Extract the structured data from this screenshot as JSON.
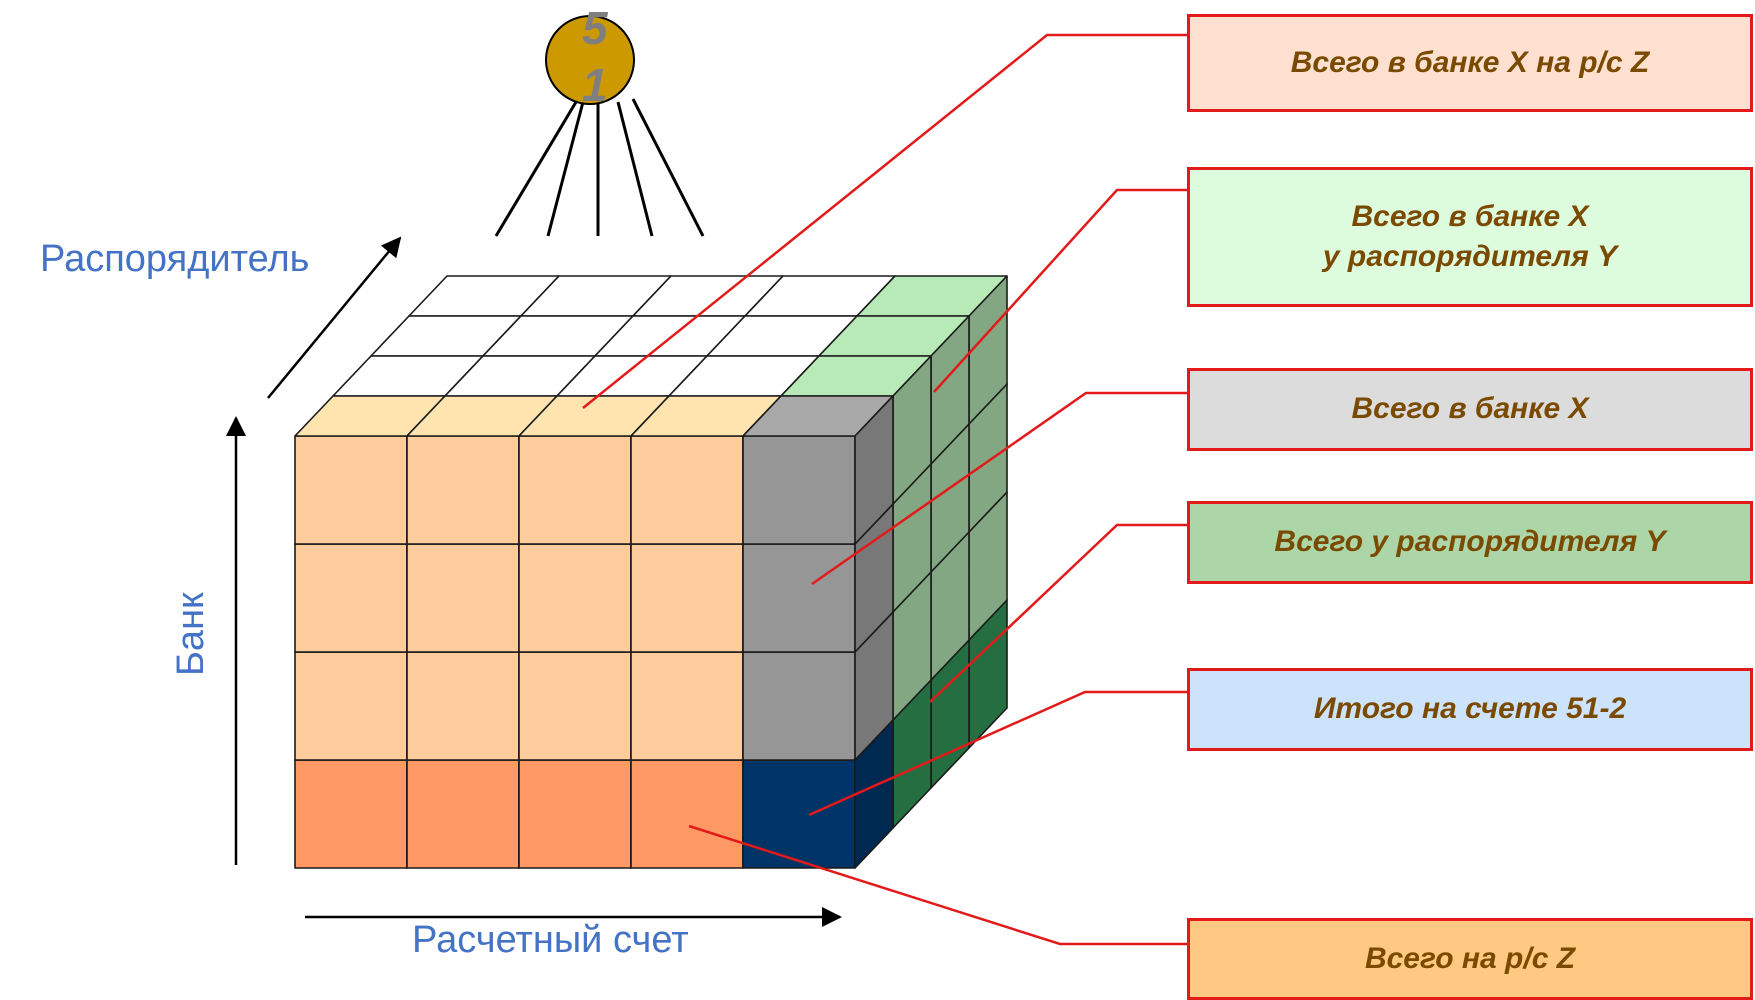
{
  "coin": {
    "digit_top": "5",
    "digit_bottom": "1"
  },
  "axes": {
    "distributor": "Распорядитель",
    "bank": "Банк",
    "account": "Расчетный счет"
  },
  "callouts": [
    {
      "lines": [
        "Всего в банке X на р/с Z"
      ],
      "fill": "#fde0cf"
    },
    {
      "lines": [
        "Всего в банке X",
        "у распорядителя Y"
      ],
      "fill": "#ddfbdd"
    },
    {
      "lines": [
        "Всего в банке X"
      ],
      "fill": "#dcdcdc"
    },
    {
      "lines": [
        "Всего у распорядителя Y"
      ],
      "fill": "#acd6a8"
    },
    {
      "lines": [
        "Итого на счете 51-2"
      ],
      "fill": "#cce3fb"
    },
    {
      "lines": [
        "Всего на р/с Z"
      ],
      "fill": "#ffc983"
    }
  ],
  "colors": {
    "orange_light": "#fdcc9c",
    "orange_dark": "#fe9966",
    "gray": "#969696",
    "navy": "#003366",
    "green_light": "#ccffcc",
    "green_mid": "#a3d1a3",
    "green_dark": "#2e8a52",
    "white": "#ffffff",
    "leader_line": "#e31a1a",
    "coin": "#cc9900",
    "axis_text": "#4472c4"
  }
}
